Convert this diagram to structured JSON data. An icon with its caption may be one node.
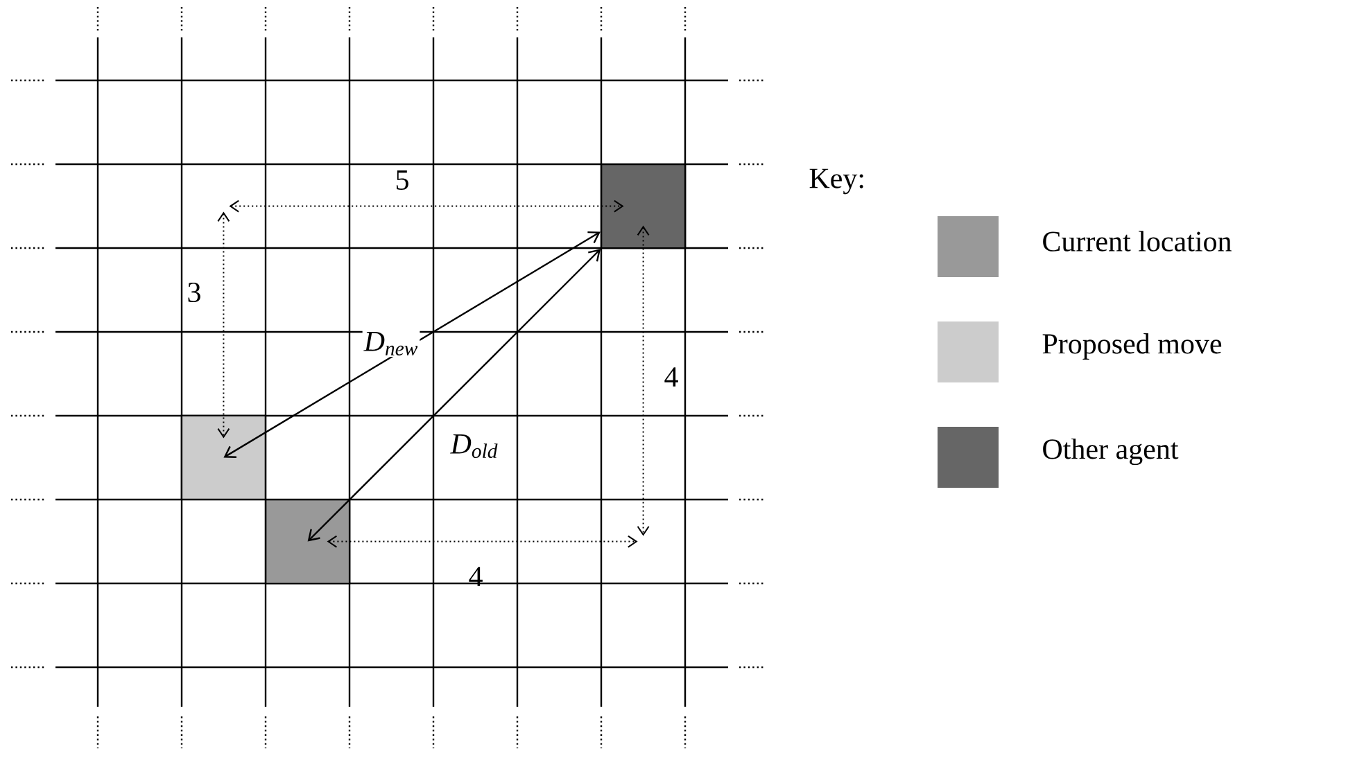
{
  "diagram": {
    "nodes": [
      {
        "text": [],
        "shape": "box"
      },
      {
        "text": [],
        "shape": "box"
      },
      {
        "text": [],
        "shape": "box"
      }
    ],
    "edges": [
      {
        "from": 0,
        "to": 1,
        "arrow": "both",
        "label": "D$_{new}$"
      },
      {
        "from": 0,
        "to": 2,
        "arrow": "both",
        "label": "D$_{old}$"
      }
    ],
    "labels": [
      "5",
      "3",
      "4",
      "4",
      "Key:"
    ],
    "legend": [
      {
        "text": "Current location",
        "color": "#999999"
      },
      {
        "text": "Proposed move",
        "color": "#cccccc"
      },
      {
        "text": "Other agent",
        "color": "#666666"
      }
    ]
  }
}
